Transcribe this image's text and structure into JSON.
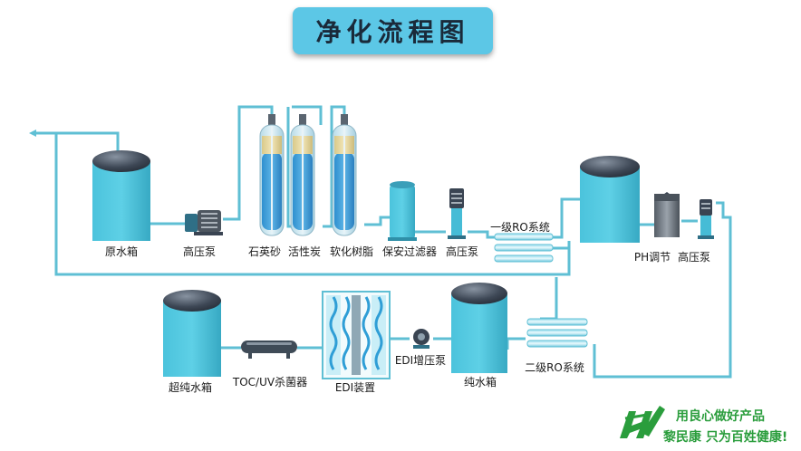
{
  "title": "净化流程图",
  "labels": {
    "raw_tank": "原水箱",
    "pump1": "高压泵",
    "quartz": "石英砂",
    "carbon": "活性炭",
    "resin": "软化树脂",
    "filter": "保安过滤器",
    "pump2": "高压泵",
    "ro1": "一级RO系统",
    "ph": "PH调节",
    "pump3": "高压泵",
    "ultra_tank": "超纯水箱",
    "toc": "TOC/UV杀菌器",
    "edi": "EDI装置",
    "edi_pump": "EDI增压泵",
    "pure_tank": "纯水箱",
    "ro2": "二级RO系统"
  },
  "brand": {
    "slogan_line1": "用良心做好产品",
    "slogan_line2": "黎民康  只为百姓健康!"
  },
  "colors": {
    "pipe": "#5fbfd4",
    "tank": "#46bcd6",
    "dome": "#3a4452",
    "title_bg": "#5cc7e6",
    "brand_green": "#2a9d3c"
  }
}
